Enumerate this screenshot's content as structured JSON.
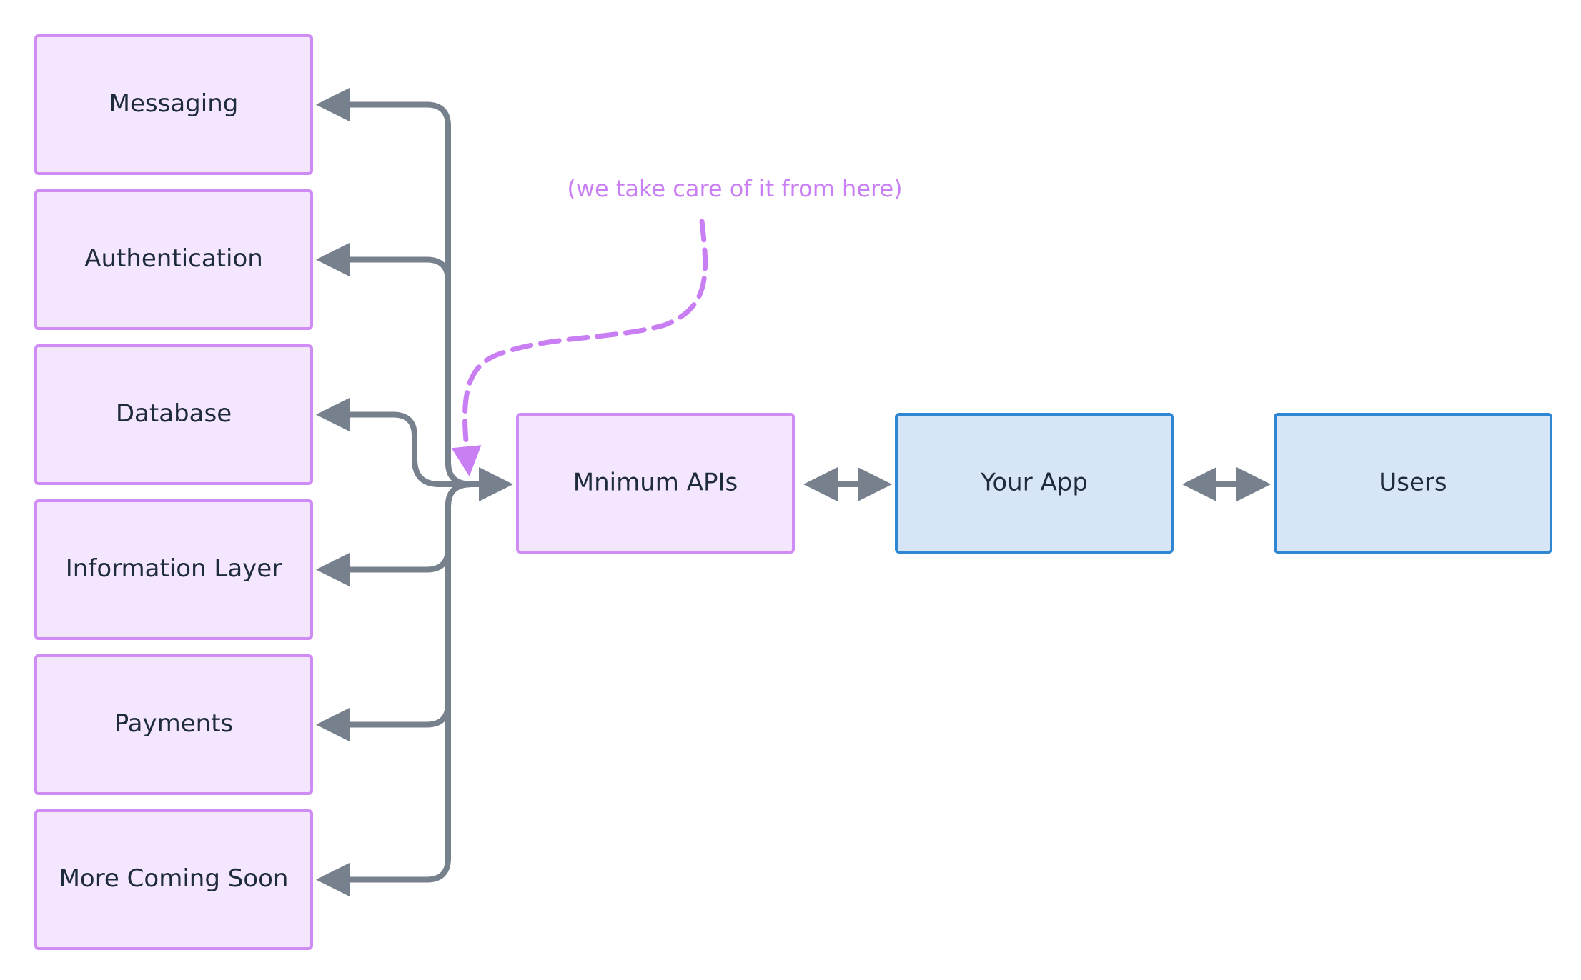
{
  "colors": {
    "purple_fill": "#f4e6fd",
    "purple_stroke": "#d08cf5",
    "blue_fill": "#d6e6f6",
    "blue_stroke": "#2f86d2",
    "connector": "#76818d",
    "annotation": "#c97ff3",
    "text": "#1e2b3c"
  },
  "services": [
    {
      "id": "messaging",
      "label": "Messaging"
    },
    {
      "id": "authentication",
      "label": "Authentication"
    },
    {
      "id": "database",
      "label": "Database"
    },
    {
      "id": "information-layer",
      "label": "Information Layer"
    },
    {
      "id": "payments",
      "label": "Payments"
    },
    {
      "id": "more-coming-soon",
      "label": "More Coming Soon"
    }
  ],
  "core": {
    "label": "Mnimum APIs"
  },
  "app": {
    "label": "Your App"
  },
  "users": {
    "label": "Users"
  },
  "annotation": {
    "text": "(we take care of it from here)"
  }
}
